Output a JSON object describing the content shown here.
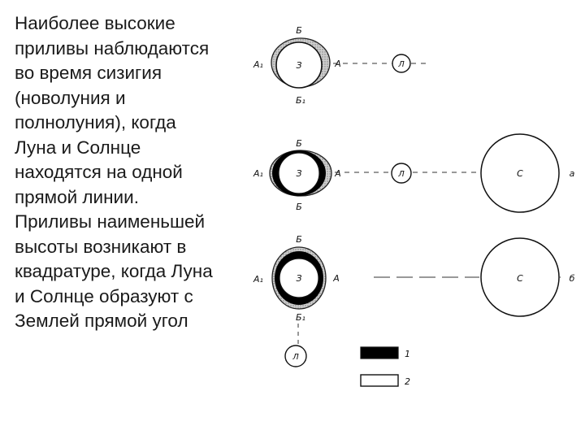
{
  "text": {
    "lines": [
      "Наиболее высокие",
      "приливы наблюдаются",
      "во время сизигия",
      "(новолуния и",
      "полнолуния), когда",
      "Луна и Солнце",
      "находятся на одной",
      "прямой линии.",
      "Приливы наименьшей",
      "высоты возникают в",
      "квадратуре, когда Луна",
      "и Солнце образуют с",
      "Землей прямой угол"
    ]
  },
  "diagram": {
    "row1": {
      "top": "Б",
      "bottom": "Б₁",
      "left": "А₁",
      "right": "А",
      "earth": "З",
      "moon": "Л"
    },
    "row2": {
      "top": "Б",
      "bottom": "Б",
      "left": "А₁",
      "right": "А",
      "earth": "З",
      "moon": "Л",
      "sun": "С",
      "far": "а"
    },
    "row3": {
      "top": "Б",
      "bottom": "Б₁",
      "left": "А₁",
      "right": "А",
      "earth": "З",
      "moon": "Л",
      "sun": "С",
      "far": "б"
    },
    "legend": [
      {
        "label": "1",
        "fill": "#000000"
      },
      {
        "label": "2",
        "fill": "#ffffff"
      }
    ]
  }
}
